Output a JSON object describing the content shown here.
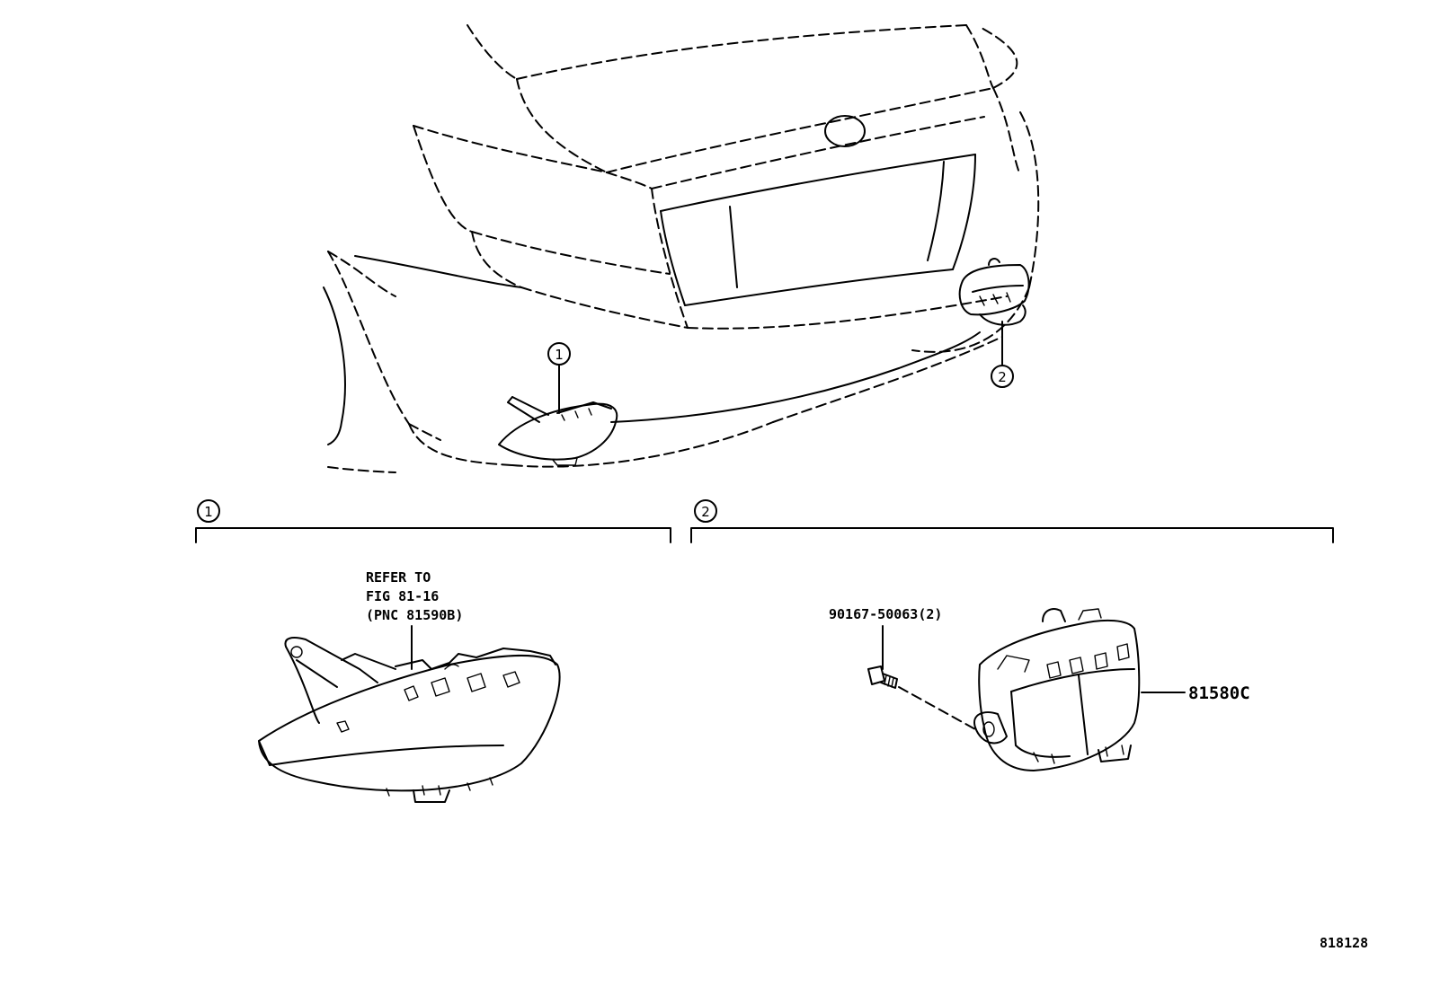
{
  "callouts": {
    "reflector_left": "1",
    "reflector_right": "2"
  },
  "sections": [
    {
      "id": "1",
      "label": "1"
    },
    {
      "id": "2",
      "label": "2"
    }
  ],
  "annotations": {
    "refer_line1": "REFER TO",
    "refer_line2": "FIG 81-16",
    "refer_line3": "(PNC 81590B)",
    "bolt_part": "90167-50063(2)",
    "reflector_part": "81580C",
    "figure_id": "818128"
  }
}
